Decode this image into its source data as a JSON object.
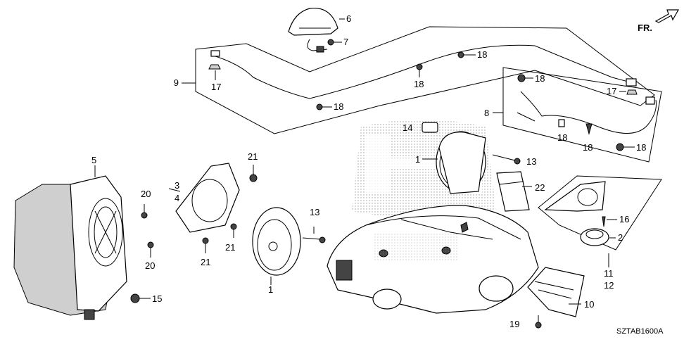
{
  "diagram": {
    "diagram_code": "SZTAB1600A",
    "direction_label": "FR.",
    "callouts": {
      "c1a": "1",
      "c1b": "1",
      "c2": "2",
      "c3": "3",
      "c4": "4",
      "c5": "5",
      "c6": "6",
      "c7": "7",
      "c8": "8",
      "c9": "9",
      "c10": "10",
      "c11": "11",
      "c12": "12",
      "c13a": "13",
      "c13b": "13",
      "c14": "14",
      "c15": "15",
      "c16": "16",
      "c17a": "17",
      "c17b": "17",
      "c18a": "18",
      "c18b": "18",
      "c18c": "18",
      "c18d": "18",
      "c18e": "18",
      "c18f": "18",
      "c18g": "18",
      "c19": "19",
      "c20a": "20",
      "c20b": "20",
      "c21a": "21",
      "c21b": "21",
      "c21c": "21",
      "c22": "22"
    }
  }
}
